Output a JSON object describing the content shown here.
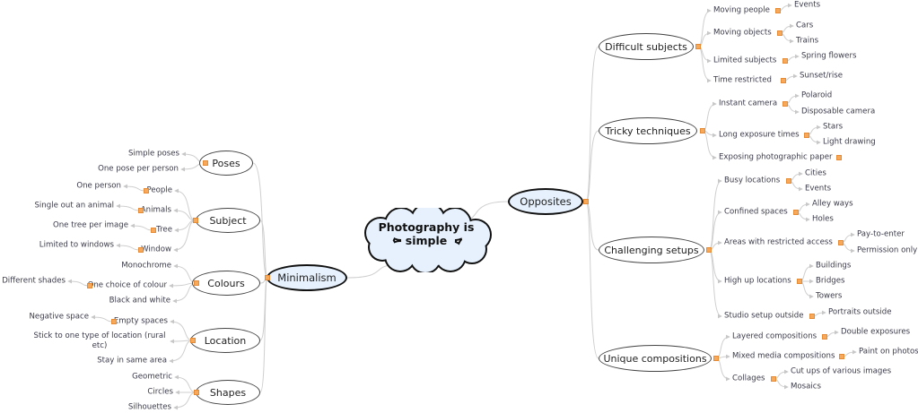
{
  "root": {
    "label": "Photography is simple"
  },
  "colors": {
    "marker": "#f6a95a",
    "main_fill": "#e6f1fd",
    "edge": "#cfcfcf"
  },
  "branches": [
    {
      "label": "Opposites",
      "children": [
        {
          "label": "Difficult subjects",
          "children": [
            {
              "label": "Moving people",
              "children": [
                {
                  "label": "Events"
                }
              ]
            },
            {
              "label": "Moving objects",
              "children": [
                {
                  "label": "Cars"
                },
                {
                  "label": "Trains"
                }
              ]
            },
            {
              "label": "Limited subjects",
              "children": [
                {
                  "label": "Spring flowers"
                }
              ]
            },
            {
              "label": "Time restricted",
              "children": [
                {
                  "label": "Sunset/rise"
                }
              ]
            }
          ]
        },
        {
          "label": "Tricky techniques",
          "children": [
            {
              "label": "Instant camera",
              "children": [
                {
                  "label": "Polaroid"
                },
                {
                  "label": "Disposable camera"
                }
              ]
            },
            {
              "label": "Long exposure times",
              "children": [
                {
                  "label": "Stars"
                },
                {
                  "label": "Light drawing"
                }
              ]
            },
            {
              "label": "Exposing photographic paper",
              "children": []
            }
          ]
        },
        {
          "label": "Challenging setups",
          "children": [
            {
              "label": "Busy locations",
              "children": [
                {
                  "label": "Cities"
                },
                {
                  "label": "Events"
                }
              ]
            },
            {
              "label": "Confined spaces",
              "children": [
                {
                  "label": "Alley ways"
                },
                {
                  "label": "Holes"
                }
              ]
            },
            {
              "label": "Areas with restricted access",
              "children": [
                {
                  "label": "Pay-to-enter"
                },
                {
                  "label": "Permission only"
                }
              ]
            },
            {
              "label": "High up locations",
              "children": [
                {
                  "label": "Buildings"
                },
                {
                  "label": "Bridges"
                },
                {
                  "label": "Towers"
                }
              ]
            },
            {
              "label": "Studio setup outside",
              "children": [
                {
                  "label": "Portraits outside"
                }
              ]
            }
          ]
        },
        {
          "label": "Unique compositions",
          "children": [
            {
              "label": "Layered compositions",
              "children": [
                {
                  "label": "Double exposures"
                }
              ]
            },
            {
              "label": "Mixed media compositions",
              "children": [
                {
                  "label": "Paint on photos"
                }
              ]
            },
            {
              "label": "Collages",
              "children": [
                {
                  "label": "Cut ups of various images"
                },
                {
                  "label": "Mosaics"
                }
              ]
            }
          ]
        }
      ]
    },
    {
      "label": "Minimalism",
      "children": [
        {
          "label": "Poses",
          "children": [
            {
              "label": "Simple poses"
            },
            {
              "label": "One pose per person"
            }
          ]
        },
        {
          "label": "Subject",
          "children": [
            {
              "label": "People",
              "children": [
                {
                  "label": "One person"
                }
              ]
            },
            {
              "label": "Animals",
              "children": [
                {
                  "label": "Single out an animal"
                }
              ]
            },
            {
              "label": "Tree",
              "children": [
                {
                  "label": "One tree per image"
                }
              ]
            },
            {
              "label": "Window",
              "children": [
                {
                  "label": "Limited to windows"
                }
              ]
            }
          ]
        },
        {
          "label": "Colours",
          "children": [
            {
              "label": "Monochrome"
            },
            {
              "label": "One choice of colour",
              "children": [
                {
                  "label": "Different shades"
                }
              ]
            },
            {
              "label": "Black and white"
            }
          ]
        },
        {
          "label": "Location",
          "children": [
            {
              "label": "Empty spaces",
              "children": [
                {
                  "label": "Negative space"
                }
              ]
            },
            {
              "label": "Stick to one type of location (rural etc)"
            },
            {
              "label": "Stay in same area"
            }
          ]
        },
        {
          "label": "Shapes",
          "children": [
            {
              "label": "Geometric"
            },
            {
              "label": "Circles"
            },
            {
              "label": "Silhouettes"
            }
          ]
        }
      ]
    }
  ]
}
